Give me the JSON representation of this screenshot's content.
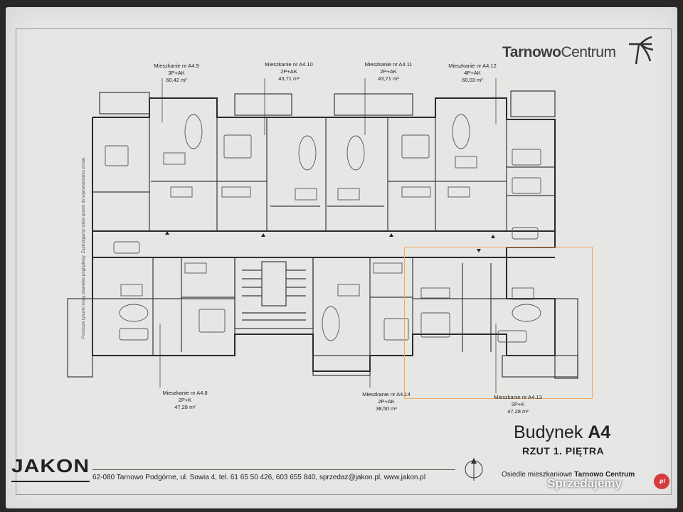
{
  "logo": {
    "brand_bold": "Tarnowo",
    "brand_regular": "Centrum"
  },
  "side_note": "Poniższe rysunki mają charakter poglądowy. Zastrzegamy sobie prawo do wprowadzania zmian.",
  "apartments": [
    {
      "name": "Mieszkanie nr A4.9",
      "rooms": "3P+AK",
      "area": "60,42 m²"
    },
    {
      "name": "Mieszkanie nr A4.10",
      "rooms": "2P+AK",
      "area": "43,71 m²"
    },
    {
      "name": "Mieszkanie nr A4.11",
      "rooms": "2P+AK",
      "area": "43,71 m²"
    },
    {
      "name": "Mieszkanie nr A4.12",
      "rooms": "4P+AK",
      "area": "60,03 m²"
    },
    {
      "name": "Mieszkanie nr A4.8",
      "rooms": "2P+K",
      "area": "47,28 m²"
    },
    {
      "name": "Mieszkanie nr A4.14",
      "rooms": "2P+AK",
      "area": "38,50 m²"
    },
    {
      "name": "Mieszkanie nr A4.13",
      "rooms": "2P+K",
      "area": "47,28 m²"
    }
  ],
  "title": {
    "building_prefix": "Budynek",
    "building_id": "A4",
    "floor": "RZUT 1. PIĘTRA"
  },
  "estate": {
    "prefix": "Osiedle mieszkaniowe",
    "name": "Tarnowo Centrum"
  },
  "developer": {
    "name": "JAKON",
    "contact": "62-080 Tarnowo Podgórne, ul. Sowia 4, tel. 61 65 50 426, 603 655 840, sprzedaz@jakon.pl, www.jakon.pl"
  },
  "watermark": {
    "text": "Sprzedajemy",
    "badge": ".pl"
  },
  "colors": {
    "paper": "#e6e6e4",
    "lines": "#2a2a2a",
    "highlight": "#f3a65e"
  }
}
